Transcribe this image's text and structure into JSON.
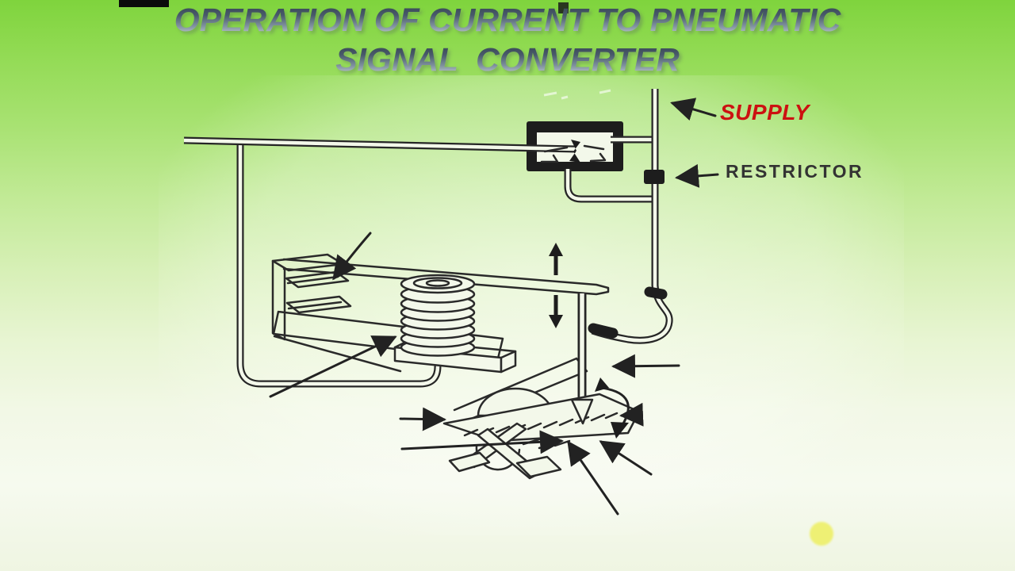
{
  "slide": {
    "title_line1": "OPERATION OF CURRENT TO PNEUMATIC",
    "title_line2": "SIGNAL  CONVERTER"
  },
  "labels": {
    "supply": "SUPPLY",
    "restrictor": "RESTRICTOR"
  },
  "colors": {
    "background_top": "#7fd43d",
    "background_bottom": "#eff5e2",
    "title_gradient_top": "#2f3e4b",
    "title_gradient_bottom": "#dadfe4",
    "supply_label": "#cc1111",
    "restrictor_label": "#333333",
    "diagram_line": "#2a2a2a",
    "pointer_dot": "#eef06e"
  }
}
